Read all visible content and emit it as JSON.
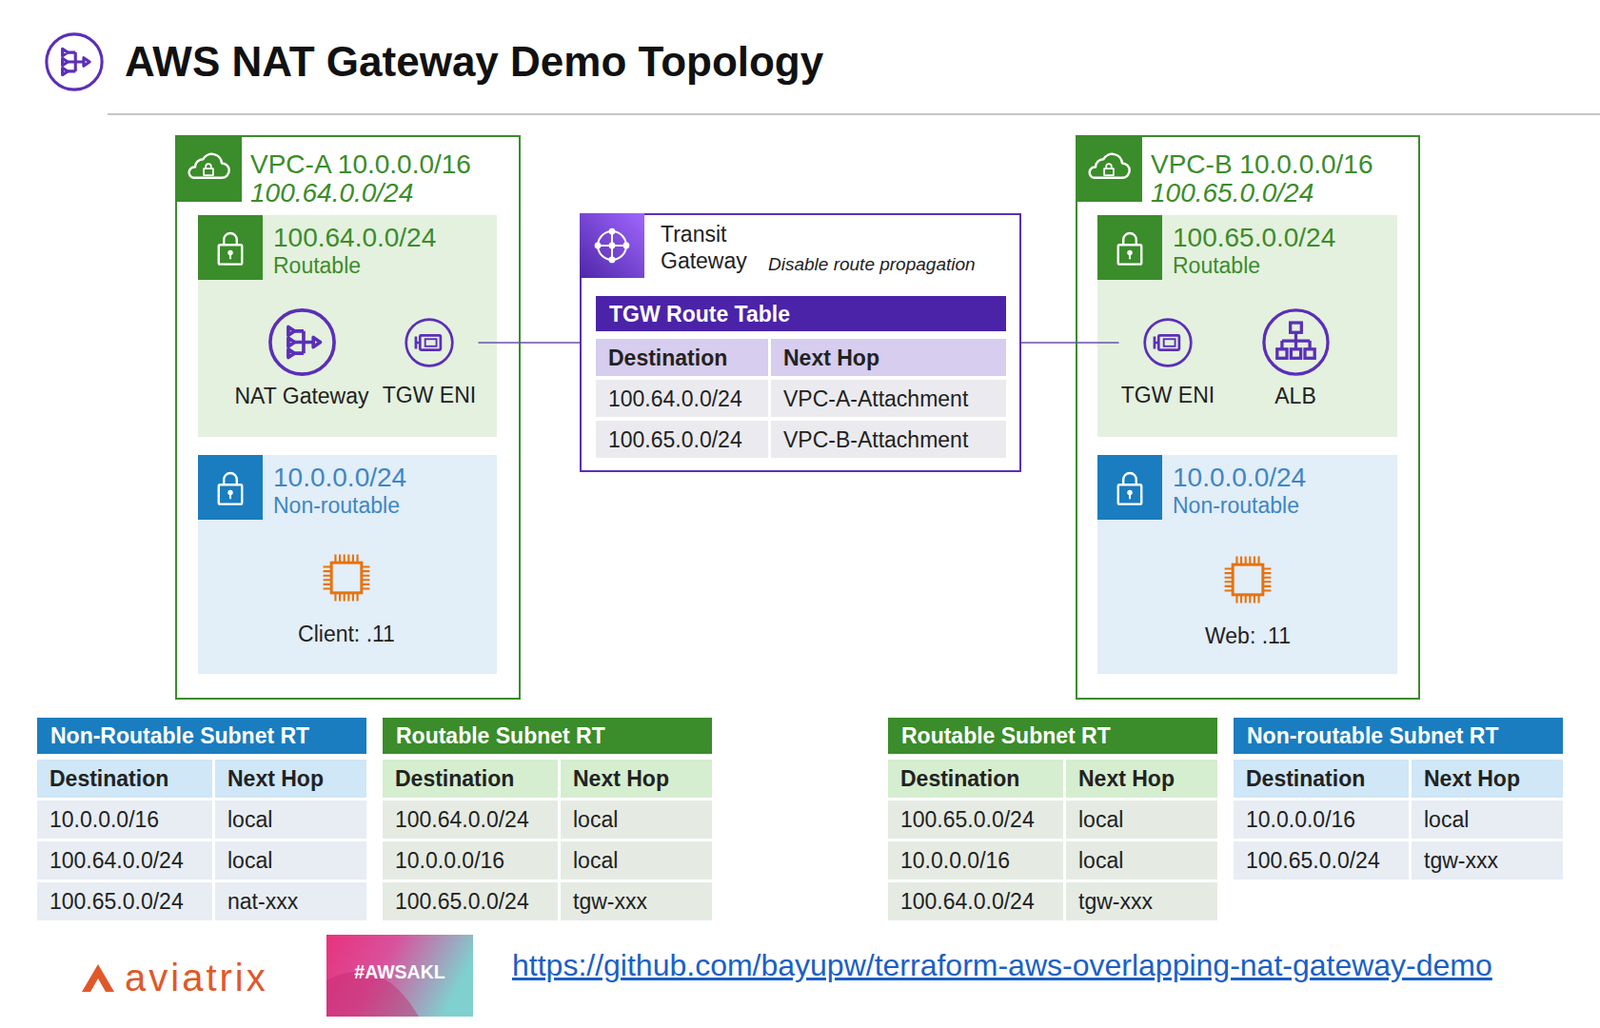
{
  "diagram": {
    "title": "AWS NAT Gateway Demo Topology",
    "nodes": [
      {
        "text": [
          "VPC-A 10.0.0.0/16",
          "100.64.0.0/24"
        ]
      },
      {
        "text": [
          "100.64.0.0/24",
          "Routable"
        ],
        "in": 0
      },
      {
        "text": [
          "NAT Gateway"
        ],
        "in": 1
      },
      {
        "text": [
          "TGW ENI"
        ],
        "in": 1
      },
      {
        "text": [
          "10.0.0.0/24",
          "Non-routable"
        ],
        "in": 0
      },
      {
        "text": [
          "Client: .11"
        ],
        "in": 4
      },
      {
        "text": [
          "Transit Gateway",
          "Disable route propagation"
        ]
      },
      {
        "text": [
          "TGW Route Table"
        ],
        "in": 6
      },
      {
        "text": [
          "VPC-B 10.0.0.0/16",
          "100.65.0.0/24"
        ]
      },
      {
        "text": [
          "100.65.0.0/24",
          "Routable"
        ],
        "in": 8
      },
      {
        "text": [
          "TGW ENI"
        ],
        "in": 9
      },
      {
        "text": [
          "ALB"
        ],
        "in": 9
      },
      {
        "text": [
          "10.0.0.0/24",
          "Non-routable"
        ],
        "in": 8
      },
      {
        "text": [
          "Web: .11"
        ],
        "in": 12
      },
      {
        "text": [
          "Non-Routable Subnet RT"
        ]
      },
      {
        "text": [
          "Routable Subnet RT"
        ]
      },
      {
        "text": [
          "Routable Subnet RT"
        ]
      },
      {
        "text": [
          "Non-routable Subnet RT"
        ]
      }
    ],
    "edges": [
      {
        "from": 3,
        "to": 6,
        "arrow": "none"
      },
      {
        "from": 6,
        "to": 10,
        "arrow": "none"
      }
    ],
    "labels": [
      "Destination",
      "Next Hop",
      "100.64.0.0/24",
      "VPC-A-Attachment",
      "100.65.0.0/24",
      "VPC-B-Attachment",
      "Destination",
      "Next Hop",
      "10.0.0.0/16",
      "local",
      "100.64.0.0/24",
      "local",
      "100.65.0.0/24",
      "nat-xxx",
      "Destination",
      "Next Hop",
      "100.64.0.0/24",
      "local",
      "10.0.0.0/16",
      "local",
      "100.65.0.0/24",
      "tgw-xxx",
      "Destination",
      "Next Hop",
      "100.65.0.0/24",
      "local",
      "10.0.0.0/16",
      "local",
      "100.64.0.0/24",
      "tgw-xxx",
      "Destination",
      "Next Hop",
      "10.0.0.0/16",
      "local",
      "100.65.0.0/24",
      "tgw-xxx",
      "aviatrix",
      "#AWSAKL",
      "https://github.com/bayupw/terraform-aws-overlapping-nat-gateway-demo"
    ]
  }
}
